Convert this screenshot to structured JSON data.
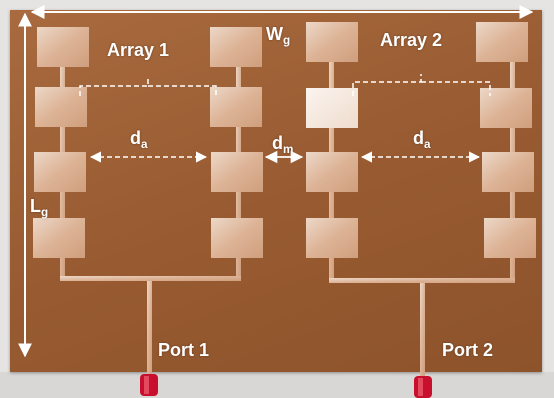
{
  "colors": {
    "substrate": "#9a5c32",
    "copper_light": "#ead2c0",
    "copper_mid": "#d9ac8e",
    "copper_dark": "#c4946f",
    "annotation": "#ffffff",
    "connector": "#c8102e"
  },
  "labels": {
    "array1": "Array 1",
    "array2": "Array 2",
    "wg_main": "W",
    "wg_sub": "g",
    "lg_main": "L",
    "lg_sub": "g",
    "da_main": "d",
    "da_sub": "a",
    "dm_main": "d",
    "dm_sub": "m",
    "port1": "Port 1",
    "port2": "Port 2"
  },
  "structure": {
    "arrays": 2,
    "columns_per_array": 2,
    "patches_per_column": 4,
    "ports": 2
  }
}
